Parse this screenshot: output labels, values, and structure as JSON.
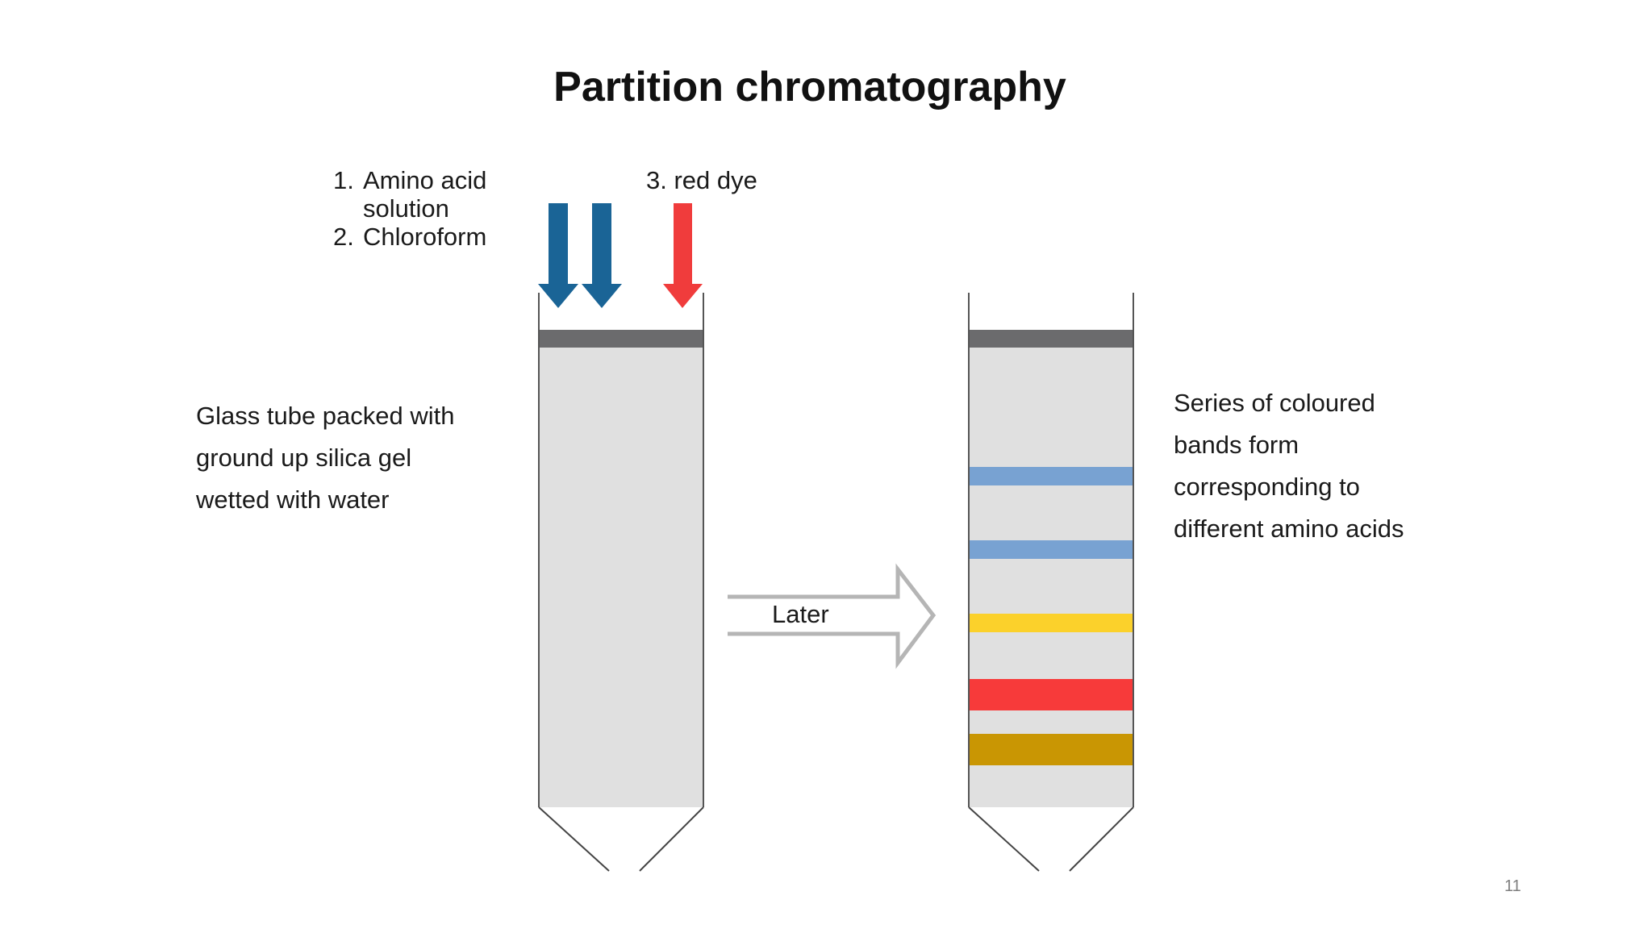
{
  "slide": {
    "title": "Partition chromatography",
    "page_number": "11"
  },
  "inputs": {
    "items": [
      {
        "num": "1.",
        "text": "Amino acid",
        "cont": "solution"
      },
      {
        "num": "2.",
        "text": "Chloroform"
      }
    ],
    "red_item": "3. red dye",
    "arrow_colors": {
      "blue": "#1a6496",
      "red": "#f03c3c"
    }
  },
  "left_description": [
    "Glass tube packed with",
    "ground up silica gel",
    "wetted with water"
  ],
  "transition_label": "Later",
  "right_description": [
    "Series of coloured",
    "bands form",
    "corresponding to",
    "different amino acids"
  ],
  "column": {
    "packing_color": "#e0e0e0",
    "cap_color": "#6b6b6d"
  },
  "bands": [
    {
      "color": "#78a2d2"
    },
    {
      "color": "#78a2d2"
    },
    {
      "color": "#fbd12b"
    },
    {
      "color": "#f73a3a"
    },
    {
      "color": "#c99603"
    }
  ]
}
